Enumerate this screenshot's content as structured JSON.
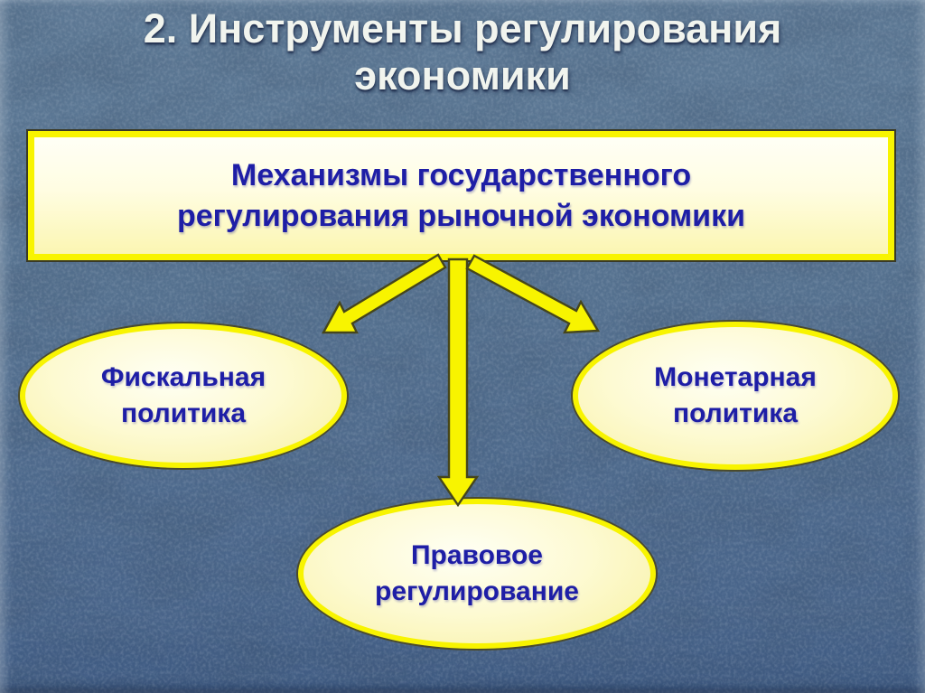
{
  "slide": {
    "title": {
      "line1": "2. Инструменты регулирования",
      "line2": "экономики"
    },
    "box": {
      "line1": "Механизмы государственного",
      "line2": "регулирования рыночной экономики"
    },
    "nodes": [
      {
        "name": "fiscal-policy",
        "line1": "Фискальная",
        "line2": "политика"
      },
      {
        "name": "monetary-policy",
        "line1": "Монетарная",
        "line2": "политика"
      },
      {
        "name": "legal-regulation",
        "line1": "Правовое",
        "line2": "регулирование"
      }
    ]
  },
  "colors": {
    "background_top": "#5e7a96",
    "background_mid": "#55718f",
    "background_bottom": "#48648a",
    "accent_yellow": "#f8f400",
    "outline_dark": "#45451c",
    "text_navy": "#1e1ea6",
    "title_color": "#f1f4ee"
  }
}
